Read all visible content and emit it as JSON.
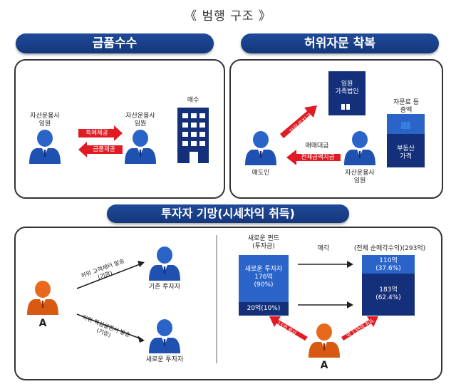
{
  "page_title": "《 범행 구조 》",
  "sections": {
    "bribery": {
      "header": "금품수수",
      "person_left": "자산운용사\n임원",
      "person_right": "자산운용사\n임원",
      "building": "매수",
      "arrow_right": "특혜제공",
      "arrow_left": "금품제공"
    },
    "advisory": {
      "header": "허위자문 착복",
      "family_corp": "임원\n가족법인",
      "advisory_fee_increase": "자문료 등\n증액",
      "real_estate_price": "부동산\n가격",
      "seller": "매도인",
      "exec": "자산운용사\n임원",
      "arrow_fee": "자문료지급",
      "sale_price": "매매대금",
      "arrow_full_payment": "전체금액지급"
    },
    "investor": {
      "header": "투자자 기망(시세차익 취득)",
      "person_a": "A",
      "arrow_top_text": "허위 고객제터 발송\n(기망)",
      "arrow_bottom_text": "허위 핵심설명서 발송\n(기망)",
      "existing_investor": "기존 투자자",
      "new_investor": "새로운 투자자",
      "fund_title": "새로운 펀드\n(투자금)",
      "fund_top": "새로운 투자자\n176억\n(90%)",
      "fund_bottom": "20억(10%)",
      "sale_label": "매각",
      "profit_title": "(전체 순매각수익)(293억)",
      "profit_top": "110억\n(37.6%)",
      "profit_bottom": "183억\n(62.4%)",
      "arrow_invest": "15억 투자",
      "arrow_gain": "약 138억 취득",
      "person_a2": "A"
    }
  },
  "colors": {
    "navy": "#15307a",
    "blue": "#2a64c8",
    "red": "#e01b24",
    "orange": "#e8691e"
  }
}
